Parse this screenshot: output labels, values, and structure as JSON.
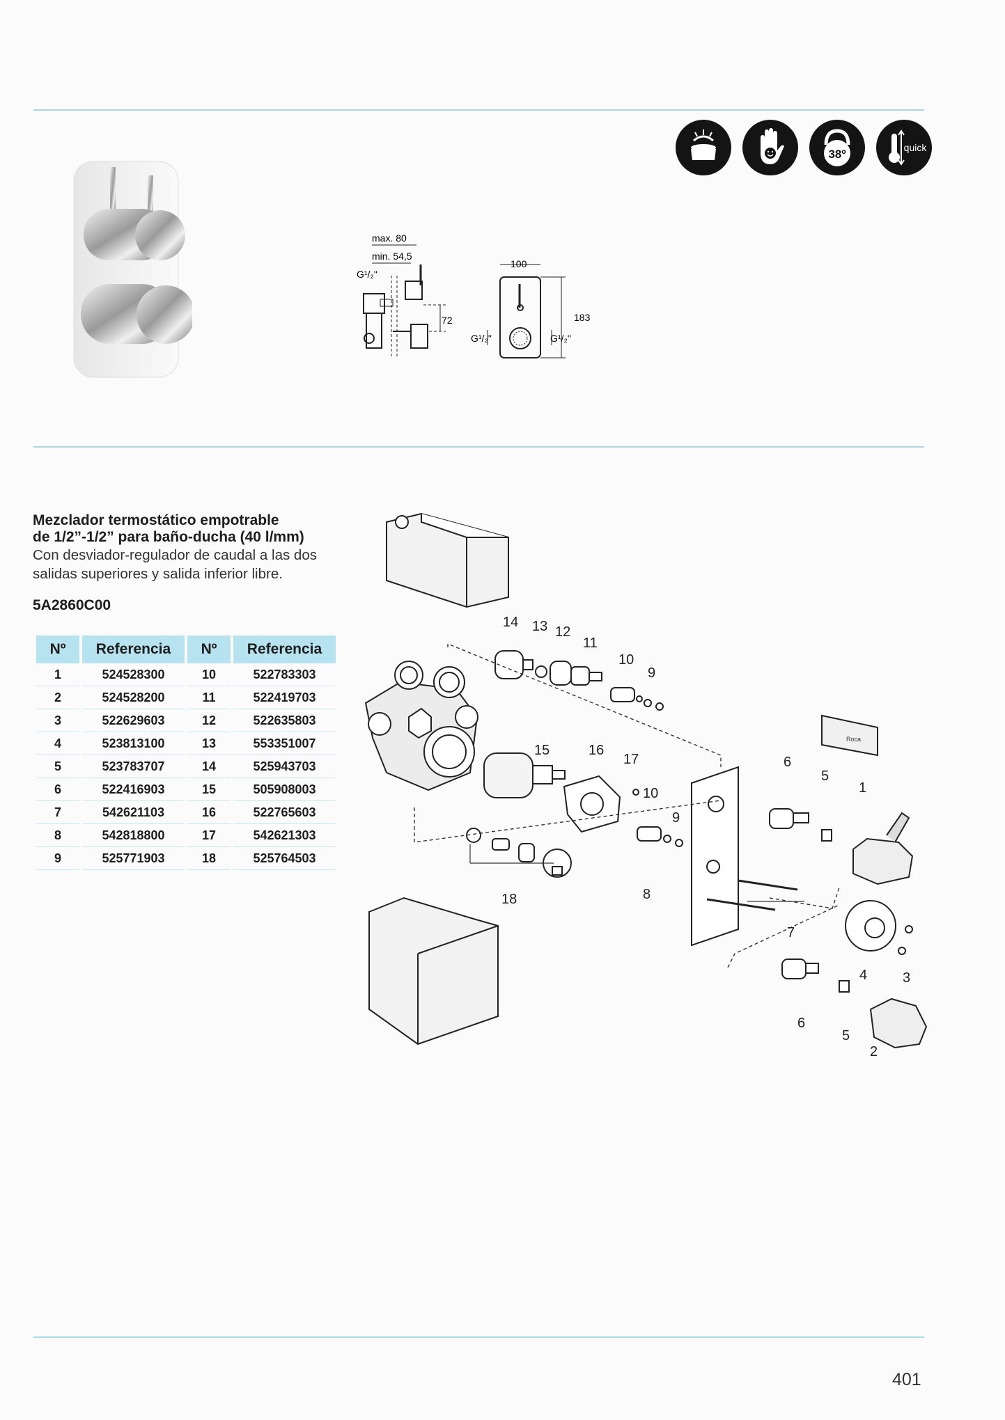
{
  "icons": [
    "cocoon-icon",
    "safety-hand-icon",
    "thermostat-38-icon",
    "quick-thermometer-icon"
  ],
  "icon_texts": {
    "thermostat": "38º",
    "quick": "quick"
  },
  "dimensions": {
    "max": "max. 80",
    "min": "min. 54,5",
    "g1": "G¹/₂\"",
    "h72": "72",
    "w100": "100",
    "h183": "183",
    "g_left": "G¹/₂\"",
    "g_right": "G¹/₂\""
  },
  "product": {
    "title_line1": "Mezclador termostático empotrable",
    "title_line2": "de 1/2”-1/2” para baño-ducha (40 l/mm)",
    "desc_line1": "Con desviador-regulador de caudal a las dos",
    "desc_line2": "salidas superiores y salida inferior libre.",
    "code": "5A2860C00"
  },
  "table": {
    "headers": [
      "Nº",
      "Referencia",
      "Nº",
      "Referencia"
    ],
    "rows": [
      [
        "1",
        "524528300",
        "10",
        "522783303"
      ],
      [
        "2",
        "524528200",
        "11",
        "522419703"
      ],
      [
        "3",
        "522629603",
        "12",
        "522635803"
      ],
      [
        "4",
        "523813100",
        "13",
        "553351007"
      ],
      [
        "5",
        "523783707",
        "14",
        "525943703"
      ],
      [
        "6",
        "522416903",
        "15",
        "505908003"
      ],
      [
        "7",
        "542621103",
        "16",
        "522765603"
      ],
      [
        "8",
        "542818800",
        "17",
        "542621303"
      ],
      [
        "9",
        "525771903",
        "18",
        "525764503"
      ]
    ]
  },
  "labels": {
    "l14": "14",
    "l13": "13",
    "l12": "12",
    "l11": "11",
    "l10a": "10",
    "l9a": "9",
    "l15": "15",
    "l16": "16",
    "l17": "17",
    "l10b": "10",
    "l9b": "9",
    "l18": "18",
    "l6a": "6",
    "l5a": "5",
    "l1": "1",
    "l8": "8",
    "l7": "7",
    "l4": "4",
    "l3": "3",
    "l6b": "6",
    "l5b": "5",
    "l2": "2",
    "brand": "Roca"
  },
  "page_number": "401"
}
